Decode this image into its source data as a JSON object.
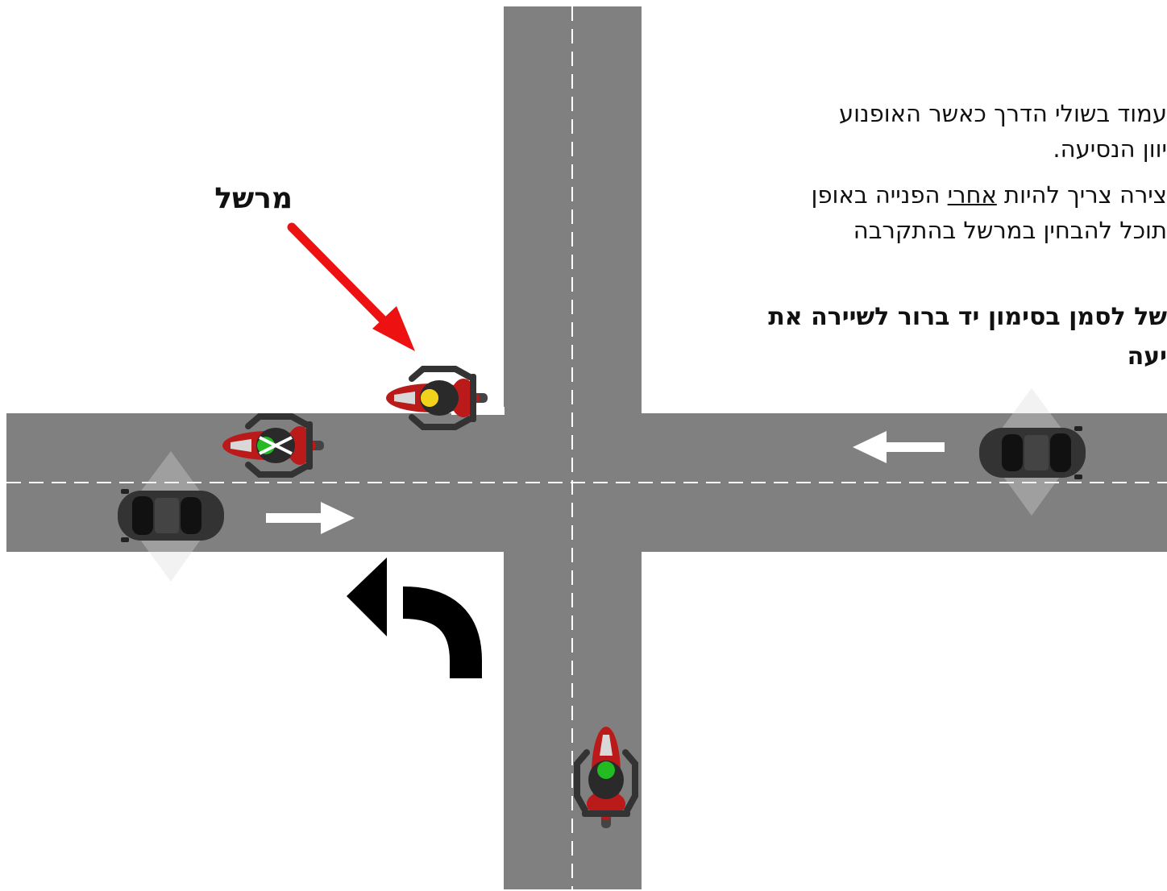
{
  "instructions": {
    "line1": "עמוד בשולי הדרך כאשר האופנוע",
    "line2": "יוון הנסיעה.",
    "line3_before": "צירה צריך להיות ",
    "line3_emph": "אחרי",
    "line3_after": " הפנייה באופן",
    "line4": "תוכל להבחין במרשל בהתקרבה",
    "bold_line1": "של לסמן בסימון יד ברור לשיירה את",
    "bold_line2": "יעה"
  },
  "marshal_label": "מרשל",
  "colors": {
    "road": "#808080",
    "lane_marking": "#ffffff",
    "pointer_arrow": "#ee1111",
    "turn_arrow": "#000000",
    "motorcycle_body": "#bb1a1a",
    "helmet_marshal": "#f2d21b",
    "helmet_riders": "#22bb22",
    "car_body": "#333333"
  },
  "icons": {
    "pointer": "red-arrow-icon",
    "turn": "left-turn-arrow-icon",
    "traffic": "white-direction-arrow-icon",
    "vehicles": [
      "motorcycle-icon",
      "car-icon"
    ]
  }
}
